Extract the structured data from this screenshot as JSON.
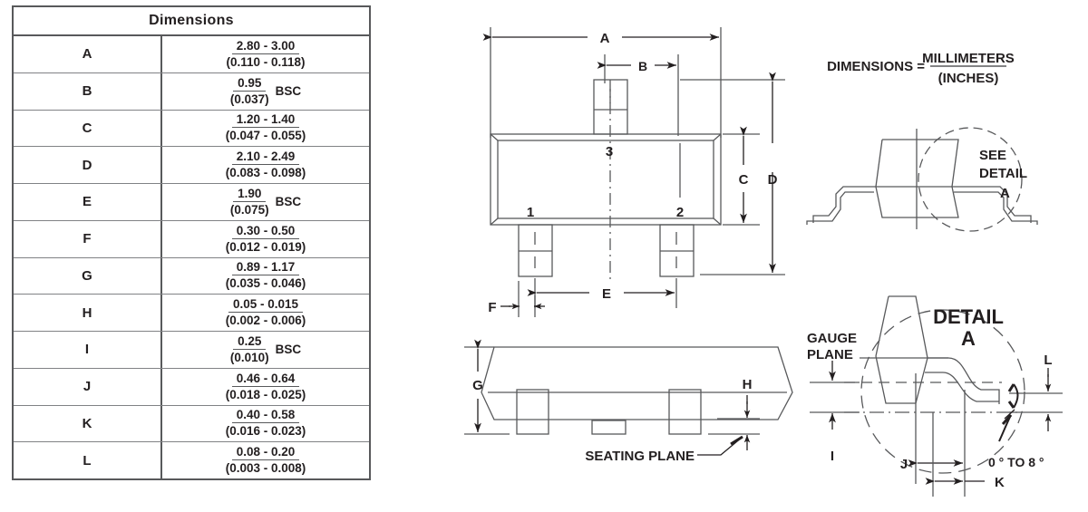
{
  "table": {
    "title": "Dimensions",
    "rows": [
      {
        "symbol": "A",
        "mm": "2.80 - 3.00",
        "inch": "(0.110 - 0.118)",
        "note": ""
      },
      {
        "symbol": "B",
        "mm": "0.95",
        "inch": "(0.037)",
        "note": "BSC"
      },
      {
        "symbol": "C",
        "mm": "1.20 - 1.40",
        "inch": "(0.047 - 0.055)",
        "note": ""
      },
      {
        "symbol": "D",
        "mm": "2.10 - 2.49",
        "inch": "(0.083 - 0.098)",
        "note": ""
      },
      {
        "symbol": "E",
        "mm": "1.90",
        "inch": "(0.075)",
        "note": "BSC"
      },
      {
        "symbol": "F",
        "mm": "0.30 - 0.50",
        "inch": "(0.012 - 0.019)",
        "note": ""
      },
      {
        "symbol": "G",
        "mm": "0.89 - 1.17",
        "inch": "(0.035 - 0.046)",
        "note": ""
      },
      {
        "symbol": "H",
        "mm": "0.05 - 0.015",
        "inch": "(0.002 - 0.006)",
        "note": ""
      },
      {
        "symbol": "I",
        "mm": "0.25",
        "inch": "(0.010)",
        "note": "BSC"
      },
      {
        "symbol": "J",
        "mm": "0.46 - 0.64",
        "inch": "(0.018 - 0.025)",
        "note": ""
      },
      {
        "symbol": "K",
        "mm": "0.40 - 0.58",
        "inch": "(0.016 - 0.023)",
        "note": ""
      },
      {
        "symbol": "L",
        "mm": "0.08 - 0.20",
        "inch": "(0.003 - 0.008)",
        "note": ""
      }
    ]
  },
  "top_view": {
    "dim_a": "A",
    "dim_b": "B",
    "dim_c": "C",
    "dim_d": "D",
    "dim_e": "E",
    "dim_f": "F",
    "pin1": "1",
    "pin2": "2",
    "pin3": "3"
  },
  "side_view": {
    "dim_g": "G",
    "dim_h": "H",
    "seating_plane": "SEATING PLANE"
  },
  "units_note": {
    "prefix": "DIMENSIONS =",
    "numerator": "MILLIMETERS",
    "denominator": "(INCHES)"
  },
  "see_detail": {
    "line1": "SEE",
    "line2": "DETAIL",
    "line3": "A"
  },
  "detail_a": {
    "title_line1": "DETAIL",
    "title_line2": "A",
    "gauge_plane_line1": "GAUGE",
    "gauge_plane_line2": "PLANE",
    "dim_i": "I",
    "dim_j": "J",
    "dim_k": "K",
    "dim_l": "L",
    "angle": "0 ° TO 8 °"
  },
  "colors": {
    "line": "#58595b",
    "line_dark": "#231f20",
    "text": "#231f20"
  }
}
